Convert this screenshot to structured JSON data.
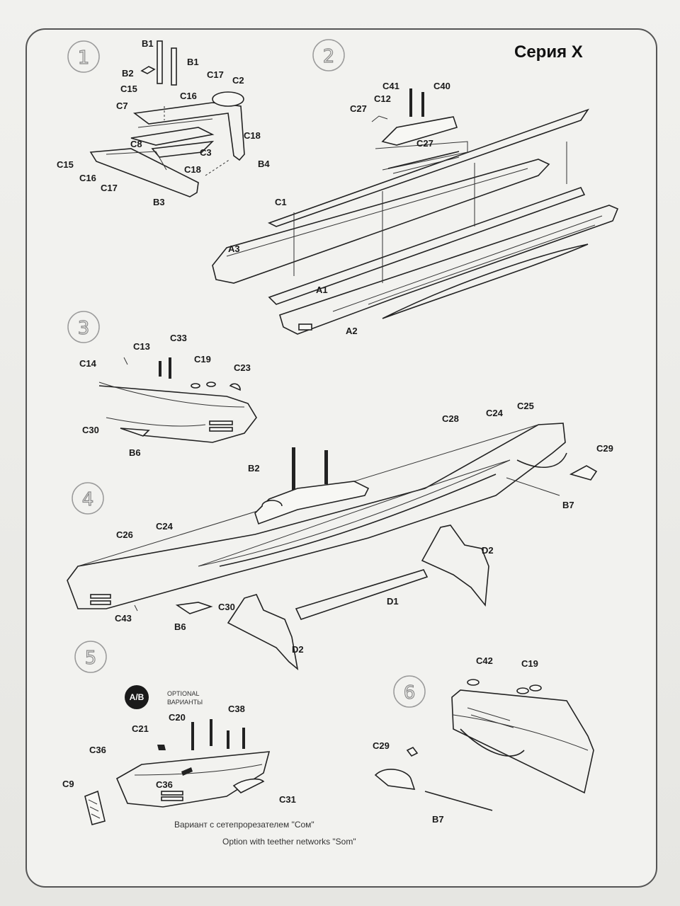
{
  "title": "Серия X",
  "steps": [
    "1",
    "2",
    "3",
    "4",
    "5",
    "6"
  ],
  "optional": {
    "badge": "A/B",
    "line1": "OPTIONAL",
    "line2": "ВАРИАНТЫ"
  },
  "captions": {
    "ru": "Вариант с сетепрорезателем \"Сом\"",
    "en": "Option with teether networks \"Som\""
  },
  "labels": {
    "s1": [
      "B1",
      "B1",
      "B2",
      "C17",
      "C2",
      "C15",
      "C16",
      "C7",
      "C18",
      "C8",
      "C3",
      "B4",
      "C15",
      "C16",
      "C18",
      "C17",
      "B3"
    ],
    "s2": [
      "C41",
      "C40",
      "C12",
      "C27",
      "C27",
      "C1",
      "A3",
      "A1",
      "A2"
    ],
    "s3": [
      "C13",
      "C33",
      "C14",
      "C19",
      "C23",
      "C30",
      "B6"
    ],
    "s4": [
      "C28",
      "C24",
      "C25",
      "C29",
      "B2",
      "B7",
      "C26",
      "C24",
      "D2",
      "D1",
      "C43",
      "C30",
      "B6",
      "D2"
    ],
    "s5": [
      "C38",
      "C20",
      "C21",
      "C36",
      "C9",
      "C36",
      "C31"
    ],
    "s6": [
      "C42",
      "C19",
      "C29",
      "B7"
    ]
  }
}
